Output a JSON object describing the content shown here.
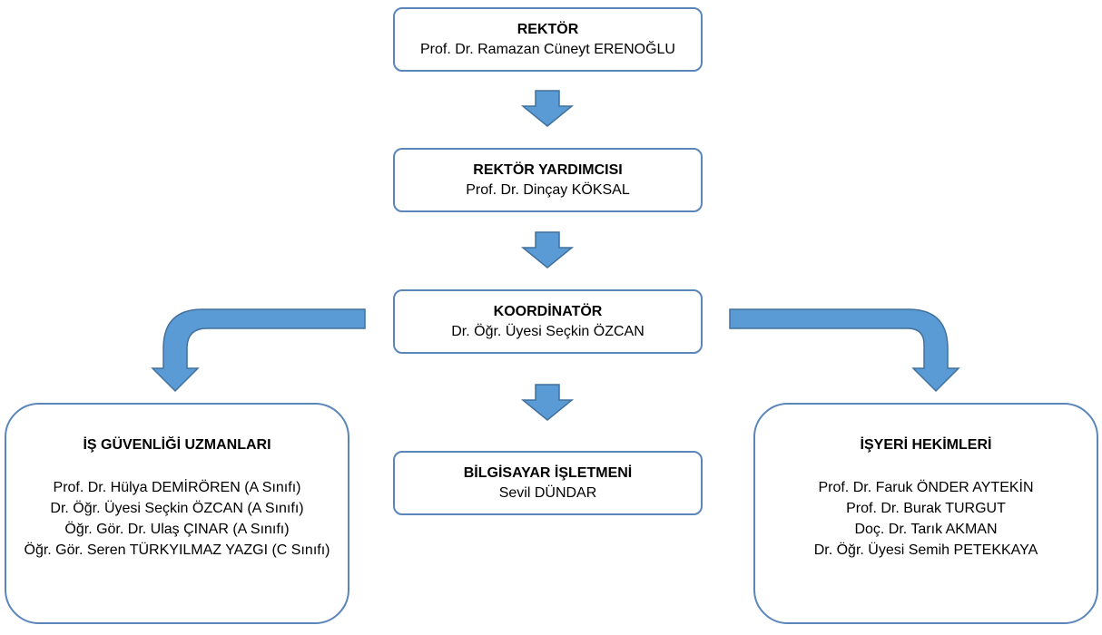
{
  "rektor": {
    "title": "REKTÖR",
    "name": "Prof. Dr. Ramazan Cüneyt ERENOĞLU"
  },
  "rektor_yardimcisi": {
    "title": "REKTÖR YARDIMCISI",
    "name": "Prof. Dr. Dinçay KÖKSAL"
  },
  "koordinator": {
    "title": "KOORDİNATÖR",
    "name": "Dr. Öğr. Üyesi Seçkin ÖZCAN"
  },
  "bilgisayar": {
    "title": "BİLGİSAYAR İŞLETMENİ",
    "name": "Sevil DÜNDAR"
  },
  "is_guvenligi": {
    "title": "İŞ GÜVENLİĞİ UZMANLARI",
    "members": [
      "Prof. Dr. Hülya DEMİRÖREN (A Sınıfı)",
      "Dr. Öğr. Üyesi Seçkin ÖZCAN (A Sınıfı)",
      "Öğr. Gör. Dr. Ulaş ÇINAR (A Sınıfı)",
      "Öğr. Gör. Seren TÜRKYILMAZ YAZGI (C Sınıfı)"
    ]
  },
  "isyeri_hekimleri": {
    "title": "İŞYERİ HEKİMLERİ",
    "members": [
      "Prof. Dr. Faruk ÖNDER AYTEKİN",
      "Prof. Dr. Burak TURGUT",
      "Doç. Dr. Tarık AKMAN",
      "Dr. Öğr. Üyesi Semih PETEKKAYA"
    ]
  },
  "colors": {
    "border": "#5a86ba",
    "arrow_fill": "#5b9bd5",
    "arrow_stroke": "#41719c"
  }
}
